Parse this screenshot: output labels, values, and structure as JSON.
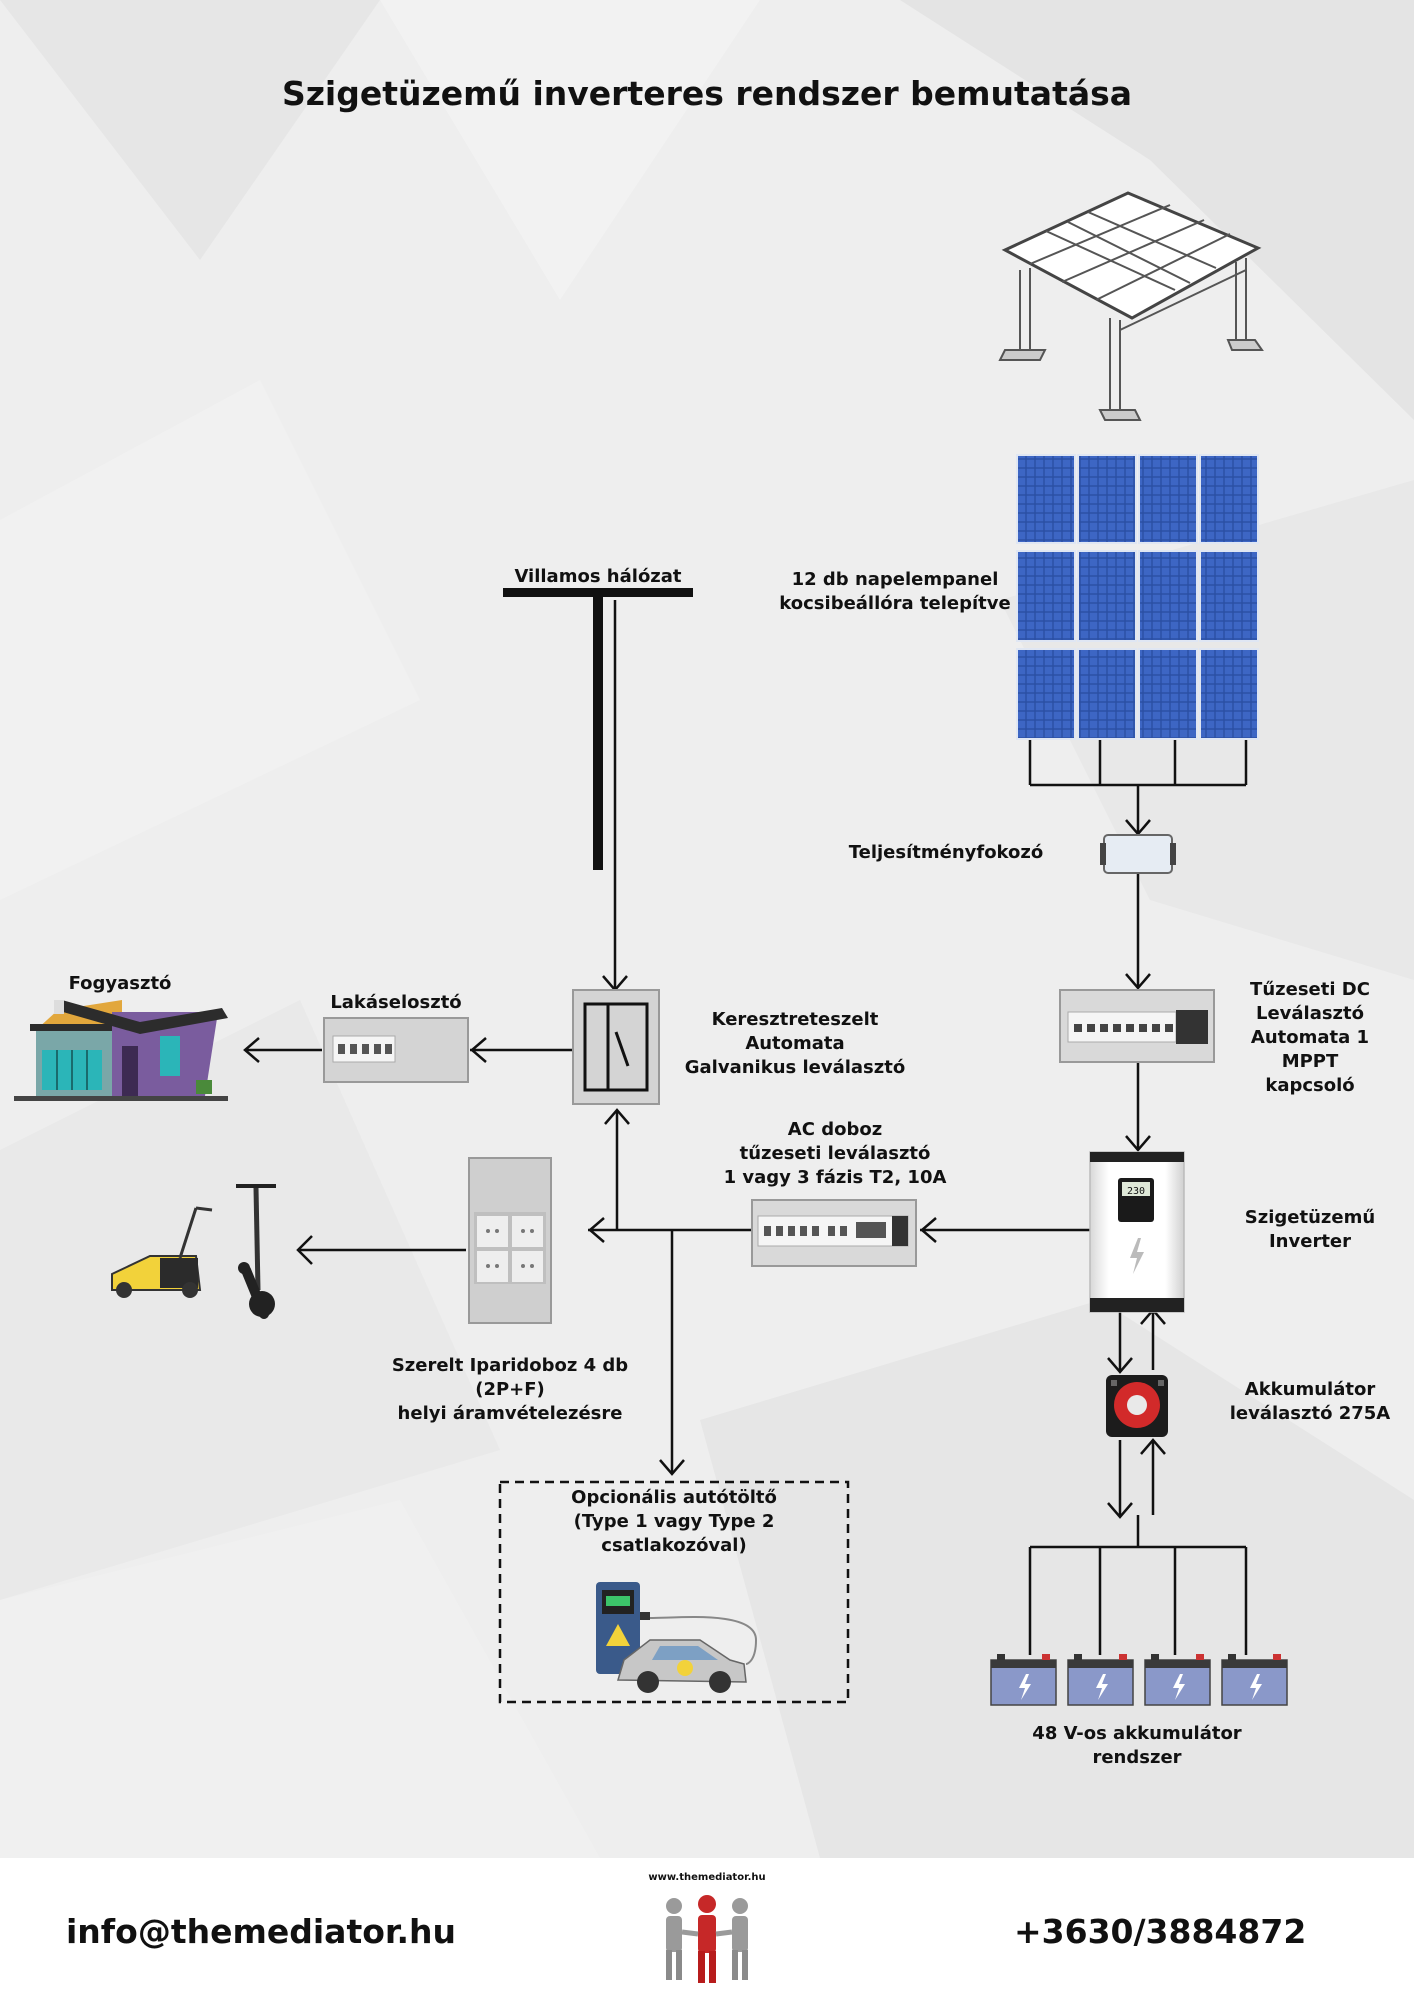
{
  "title": "Szigetüzemű inverteres rendszer bemutatása",
  "labels": {
    "grid": "Villamos hálózat",
    "panels": "12 db napelempanel\nkocsibeállóra telepítve",
    "optimizer": "Teljesítményfokozó",
    "dc_switch": "Tűzeseti DC\nLeválasztó\nAutomata 1 MPPT\nkapcsoló",
    "consumer": "Fogyasztó",
    "distribution": "Lakáselosztó",
    "transfer_switch": "Keresztreteszelt\nAutomata\nGalvanikus leválasztó",
    "ac_box": "AC doboz\ntűzeseti leválasztó\n1 vagy 3 fázis T2, 10A",
    "inverter": "Szigetüzemű\nInverter",
    "battery_switch": "Akkumulátor\nleválasztó 275A",
    "sockets": "Szerelt Iparidoboz 4 db\n(2P+F)\nhelyi áramvételezésre",
    "charger": "Opcionális autótöltő\n(Type 1 vagy Type 2\ncsatlakozóval)",
    "battery_system": "48 V-os akkumulátor\nrendszer"
  },
  "inverter_display": "230",
  "footer": {
    "email": "info@themediator.hu",
    "logo_url": "www.themediator.hu",
    "phone": "+3630/3884872"
  },
  "colors": {
    "panel_blue": "#2a4fa3",
    "panel_frame": "#dfe6f3",
    "house_purple": "#7a5c9e",
    "house_teal": "#2bb5b8",
    "mower_yellow": "#f2d23a",
    "battery_blue": "#8a98c9",
    "switch_red": "#d22a2a"
  }
}
